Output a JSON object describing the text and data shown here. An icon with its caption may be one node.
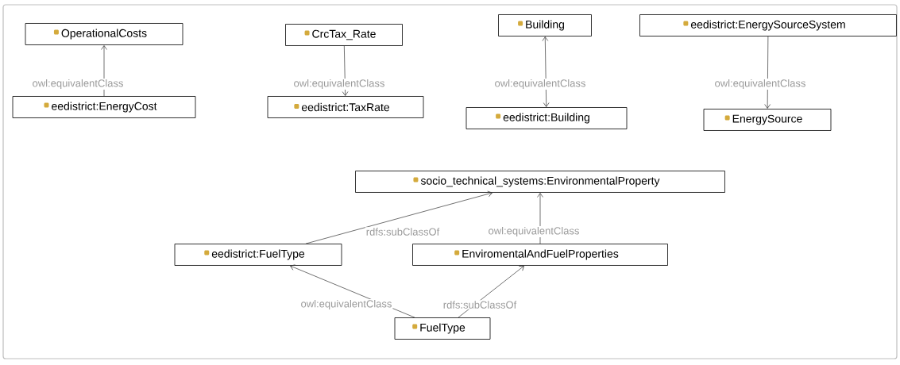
{
  "diagram": {
    "nodes": [
      {
        "text": [
          "OperationalCosts"
        ]
      },
      {
        "text": [
          "eedistrict:EnergyCost"
        ]
      },
      {
        "text": [
          "CrcTax_Rate"
        ]
      },
      {
        "text": [
          "eedistrict:TaxRate"
        ]
      },
      {
        "text": [
          "Building"
        ]
      },
      {
        "text": [
          "eedistrict:Building"
        ]
      },
      {
        "text": [
          "eedistrict:EnergySourceSystem"
        ]
      },
      {
        "text": [
          "EnergySource"
        ]
      },
      {
        "text": [
          "socio_technical_systems:EnvironmentalProperty"
        ]
      },
      {
        "text": [
          "eedistrict:FuelType"
        ]
      },
      {
        "text": [
          "EnviromentalAndFuelProperties"
        ]
      },
      {
        "text": [
          "FuelType"
        ]
      }
    ],
    "edges": [
      {
        "from": 1,
        "to": 0,
        "arrow": "to",
        "label": "owl:equivalentClass"
      },
      {
        "from": 2,
        "to": 3,
        "arrow": "to",
        "label": "owl:equivalentClass"
      },
      {
        "from": 4,
        "to": 5,
        "arrow": "both",
        "label": "owl:equivalentClass"
      },
      {
        "from": 6,
        "to": 7,
        "arrow": "to",
        "label": "owl:equivalentClass"
      },
      {
        "from": 9,
        "to": 8,
        "arrow": "to",
        "label": "rdfs:subClassOf"
      },
      {
        "from": 10,
        "to": 8,
        "arrow": "to",
        "label": "owl:equivalentClass"
      },
      {
        "from": 11,
        "to": 9,
        "arrow": "to",
        "label": "owl:equivalentClass"
      },
      {
        "from": 11,
        "to": 10,
        "arrow": "to",
        "label": "rdfs:subClassOf"
      }
    ]
  }
}
